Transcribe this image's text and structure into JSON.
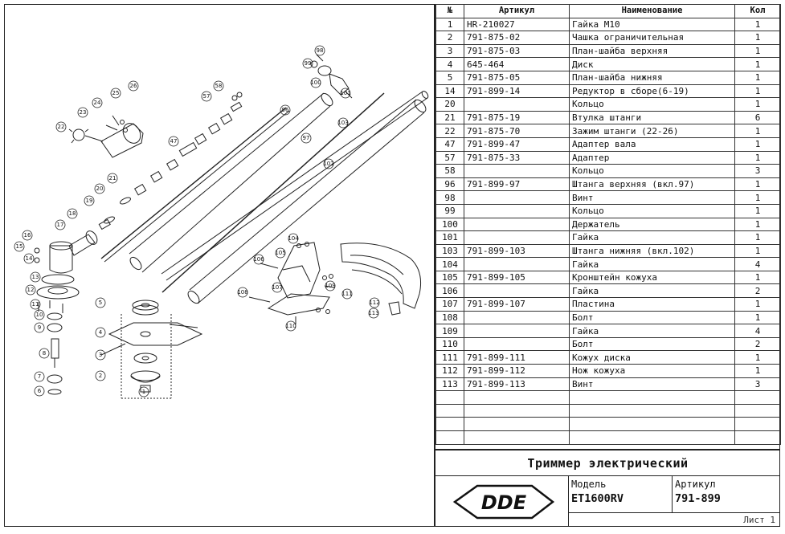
{
  "table": {
    "headers": {
      "no": "№",
      "article": "Артикул",
      "name": "Наименование",
      "qty": "Кол"
    },
    "rows": [
      {
        "no": "1",
        "article": "HR-210027",
        "name": "Гайка М10",
        "qty": "1"
      },
      {
        "no": "2",
        "article": "791-875-02",
        "name": "Чашка ограничительная",
        "qty": "1"
      },
      {
        "no": "3",
        "article": "791-875-03",
        "name": "План-шайба верхняя",
        "qty": "1"
      },
      {
        "no": "4",
        "article": "645-464",
        "name": "Диск",
        "qty": "1"
      },
      {
        "no": "5",
        "article": "791-875-05",
        "name": "План-шайба нижняя",
        "qty": "1"
      },
      {
        "no": "14",
        "article": "791-899-14",
        "name": "Редуктор в сборе(6-19)",
        "qty": "1"
      },
      {
        "no": "20",
        "article": "",
        "name": "Кольцо",
        "qty": "1"
      },
      {
        "no": "21",
        "article": "791-875-19",
        "name": "Втулка штанги",
        "qty": "6"
      },
      {
        "no": "22",
        "article": "791-875-70",
        "name": "Зажим штанги (22-26)",
        "qty": "1"
      },
      {
        "no": "47",
        "article": "791-899-47",
        "name": "Адаптер вала",
        "qty": "1"
      },
      {
        "no": "57",
        "article": "791-875-33",
        "name": "Адаптер",
        "qty": "1"
      },
      {
        "no": "58",
        "article": "",
        "name": "Кольцо",
        "qty": "3"
      },
      {
        "no": "96",
        "article": "791-899-97",
        "name": "Штанга верхняя (вкл.97)",
        "qty": "1"
      },
      {
        "no": "98",
        "article": "",
        "name": "Винт",
        "qty": "1"
      },
      {
        "no": "99",
        "article": "",
        "name": "Кольцо",
        "qty": "1"
      },
      {
        "no": "100",
        "article": "",
        "name": "Держатель",
        "qty": "1"
      },
      {
        "no": "101",
        "article": "",
        "name": "Гайка",
        "qty": "1"
      },
      {
        "no": "103",
        "article": "791-899-103",
        "name": "Штанга нижняя (вкл.102)",
        "qty": "1"
      },
      {
        "no": "104",
        "article": "",
        "name": "Гайка",
        "qty": "4"
      },
      {
        "no": "105",
        "article": "791-899-105",
        "name": "Кронштейн кожуха",
        "qty": "1"
      },
      {
        "no": "106",
        "article": "",
        "name": "Гайка",
        "qty": "2"
      },
      {
        "no": "107",
        "article": "791-899-107",
        "name": "Пластина",
        "qty": "1"
      },
      {
        "no": "108",
        "article": "",
        "name": "Болт",
        "qty": "1"
      },
      {
        "no": "109",
        "article": "",
        "name": "Гайка",
        "qty": "4"
      },
      {
        "no": "110",
        "article": "",
        "name": "Болт",
        "qty": "2"
      },
      {
        "no": "111",
        "article": "791-899-111",
        "name": "Кожух диска",
        "qty": "1"
      },
      {
        "no": "112",
        "article": "791-899-112",
        "name": "Нож кожуха",
        "qty": "1"
      },
      {
        "no": "113",
        "article": "791-899-113",
        "name": "Винт",
        "qty": "3"
      },
      {
        "no": "",
        "article": "",
        "name": "",
        "qty": ""
      },
      {
        "no": "",
        "article": "",
        "name": "",
        "qty": ""
      },
      {
        "no": "",
        "article": "",
        "name": "",
        "qty": ""
      },
      {
        "no": "",
        "article": "",
        "name": "",
        "qty": ""
      }
    ]
  },
  "title_block": {
    "title": "Триммер электрический",
    "logo_text": "DDE",
    "model_label": "Модель",
    "model_value": "ET1600RV",
    "article_label": "Артикул",
    "article_value": "791-899",
    "sheet": "Лист 1"
  },
  "callouts": {
    "c1": "1",
    "c2": "2",
    "c3": "3",
    "c4": "4",
    "c5": "5",
    "c6": "6",
    "c7": "7",
    "c8": "8",
    "c9": "9",
    "c10": "10",
    "c11": "11",
    "c12": "12",
    "c13": "13",
    "c14": "14",
    "c15": "15",
    "c16": "16",
    "c17": "17",
    "c18": "18",
    "c19": "19",
    "c20": "20",
    "c21": "21",
    "c22": "22",
    "c23": "23",
    "c24": "24",
    "c25": "25",
    "c26": "26",
    "c47": "47",
    "c57": "57",
    "c58": "58",
    "c96": "96",
    "c97": "97",
    "c98": "98",
    "c99": "99",
    "c100": "100",
    "c101": "101",
    "c102": "102",
    "c103": "103",
    "c104": "104",
    "c105": "105",
    "c106": "106",
    "c107": "107",
    "c108": "108",
    "c109": "109",
    "c110": "110",
    "c111": "111",
    "c112": "112",
    "c113": "113"
  }
}
